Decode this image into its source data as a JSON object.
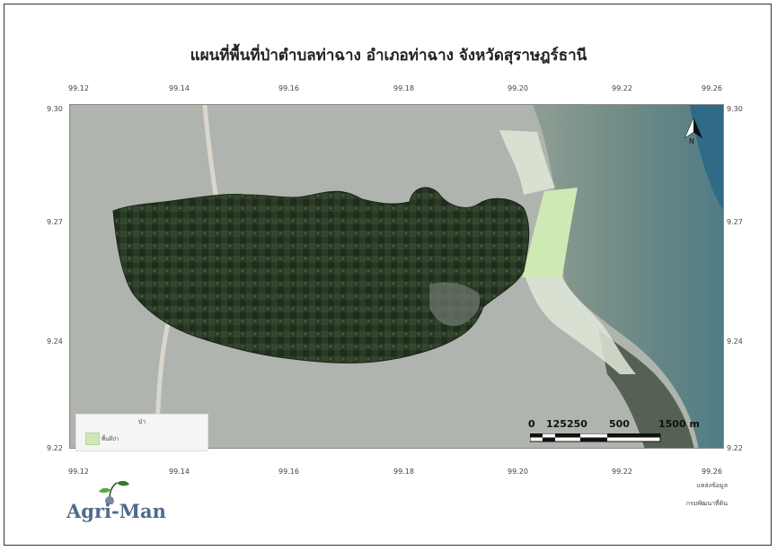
{
  "title": "แผนที่พื้นที่ป่าตำบลท่าฉาง อำเภอท่าฉาง จังหวัดสุราษฎร์ธานี",
  "x_ticks": [
    "99.12",
    "99.14",
    "99.16",
    "99.18",
    "99.20",
    "99.22",
    "99.26"
  ],
  "y_ticks": [
    "9.30",
    "9.27",
    "9.24",
    "9.22"
  ],
  "legend": {
    "title": "ป่า",
    "item_label": "พื้นที่ป่า",
    "item_color": "#cfe9b4"
  },
  "scale": {
    "labels": [
      "0",
      "125",
      "250",
      "500",
      "1500 m"
    ]
  },
  "north_label": "N",
  "source": {
    "label": "แหล่งข้อมูล",
    "value": "กรมพัฒนาที่ดิน"
  },
  "logo_text": "Agri-Man",
  "colors": {
    "land": "#aeb2ad",
    "sea": "#6b8e8e",
    "deep_sea": "#2f6b86",
    "forest": "#1e2b1c",
    "forest_zone": "#cfe9b4"
  }
}
